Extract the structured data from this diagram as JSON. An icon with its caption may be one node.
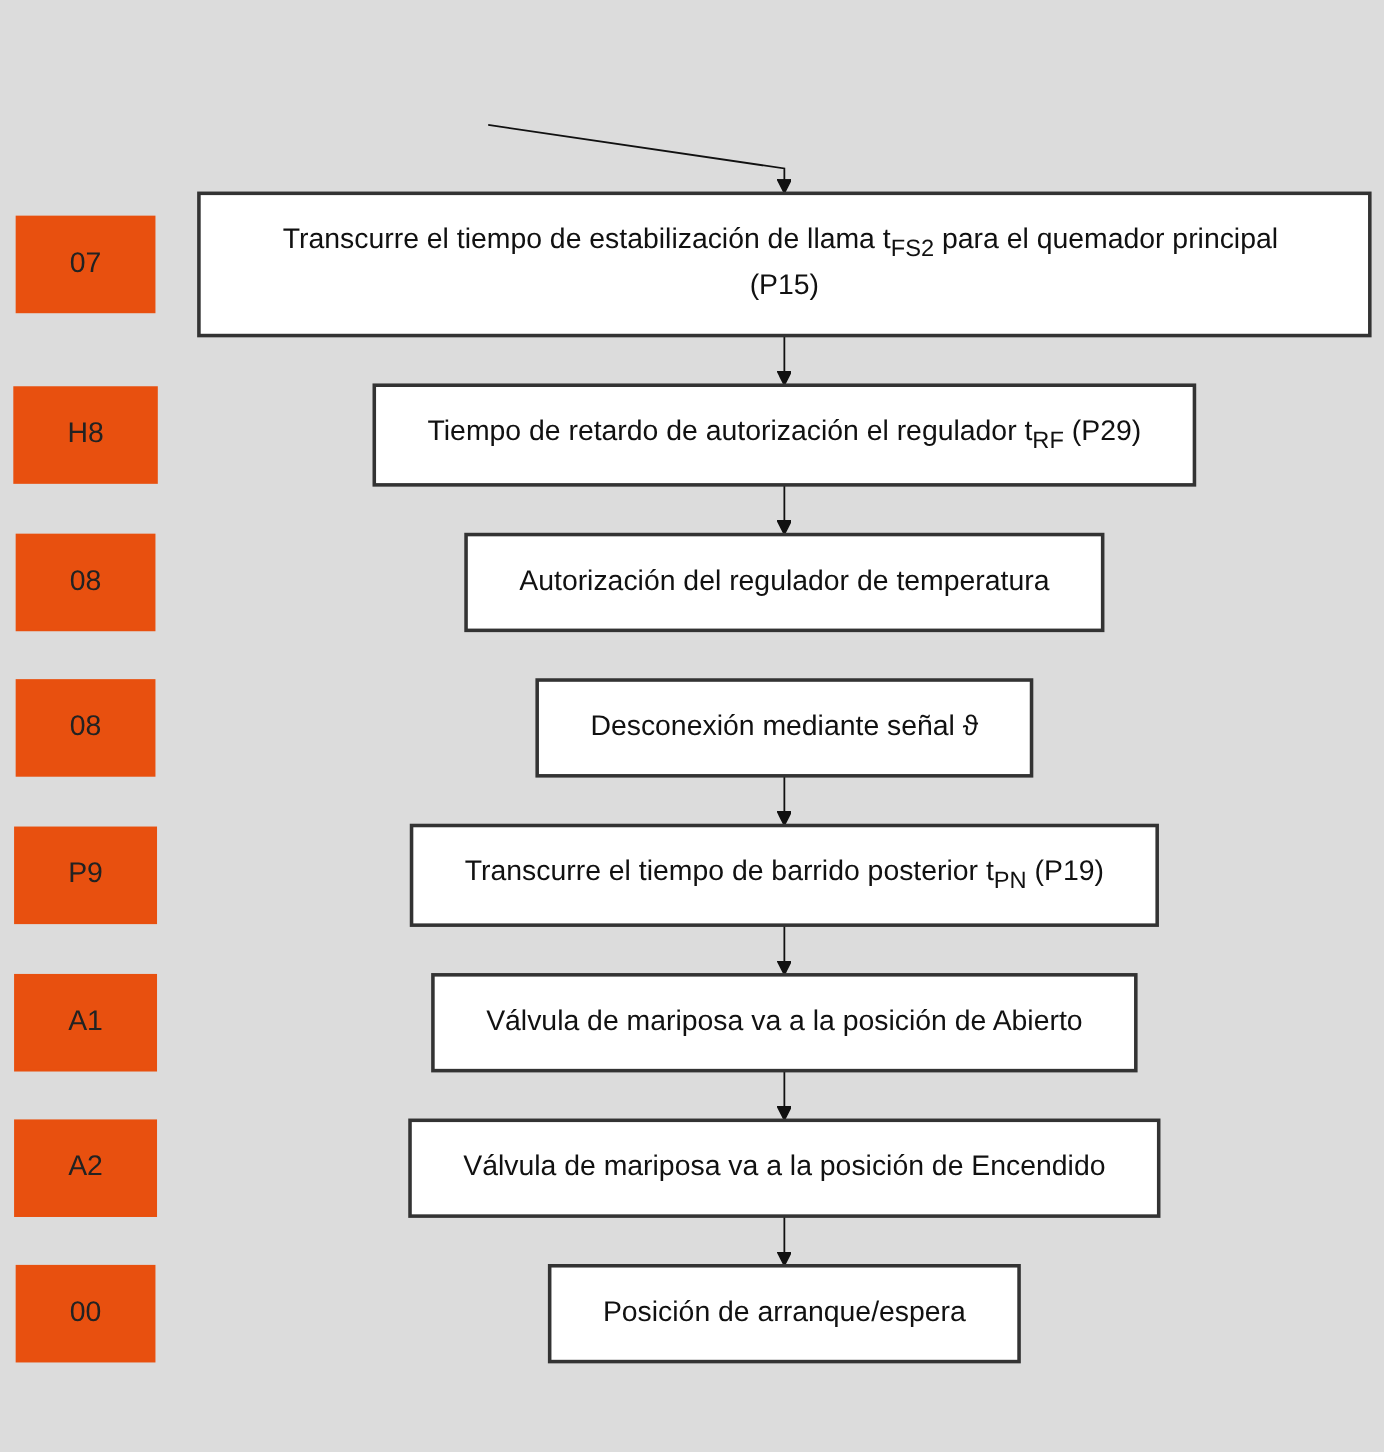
{
  "diagram": {
    "nodes": [
      {
        "text": [
          "07"
        ]
      },
      {
        "text": [
          "Transcurre el tiempo de estabilización de llama t$_{FS2}$ para el quemador principal (P15)"
        ]
      },
      {
        "text": [
          "H8"
        ]
      },
      {
        "text": [
          "Tiempo de retardo de autorización el regulador t$_{RF}$ (P29)"
        ]
      },
      {
        "text": [
          "08"
        ]
      },
      {
        "text": [
          "Autorización del regulador de temperatura"
        ]
      },
      {
        "text": [
          "08"
        ]
      },
      {
        "text": [
          "Desconexión mediante señal ϑ"
        ]
      },
      {
        "text": [
          "P9"
        ]
      },
      {
        "text": [
          "Transcurre el tiempo de barrido posterior t$_{PN}$ (P19)"
        ]
      },
      {
        "text": [
          "A1"
        ]
      },
      {
        "text": [
          "Válvula de mariposa va a la posición de Abierto"
        ]
      },
      {
        "text": [
          "A2"
        ]
      },
      {
        "text": [
          "Válvula de mariposa va a la posición de Encendido"
        ]
      },
      {
        "text": [
          "00"
        ]
      },
      {
        "text": [
          "Posición de arranque/espera"
        ]
      }
    ],
    "edges": [
      {
        "from": null,
        "to": 1,
        "arrow": "to"
      },
      {
        "from": 1,
        "to": 3,
        "arrow": "to"
      },
      {
        "from": 3,
        "to": 5,
        "arrow": "to"
      },
      {
        "from": 7,
        "to": 9,
        "arrow": "to"
      },
      {
        "from": 9,
        "to": 11,
        "arrow": "to"
      },
      {
        "from": 11,
        "to": 13,
        "arrow": "to"
      },
      {
        "from": 13,
        "to": 15,
        "arrow": "to"
      }
    ]
  }
}
